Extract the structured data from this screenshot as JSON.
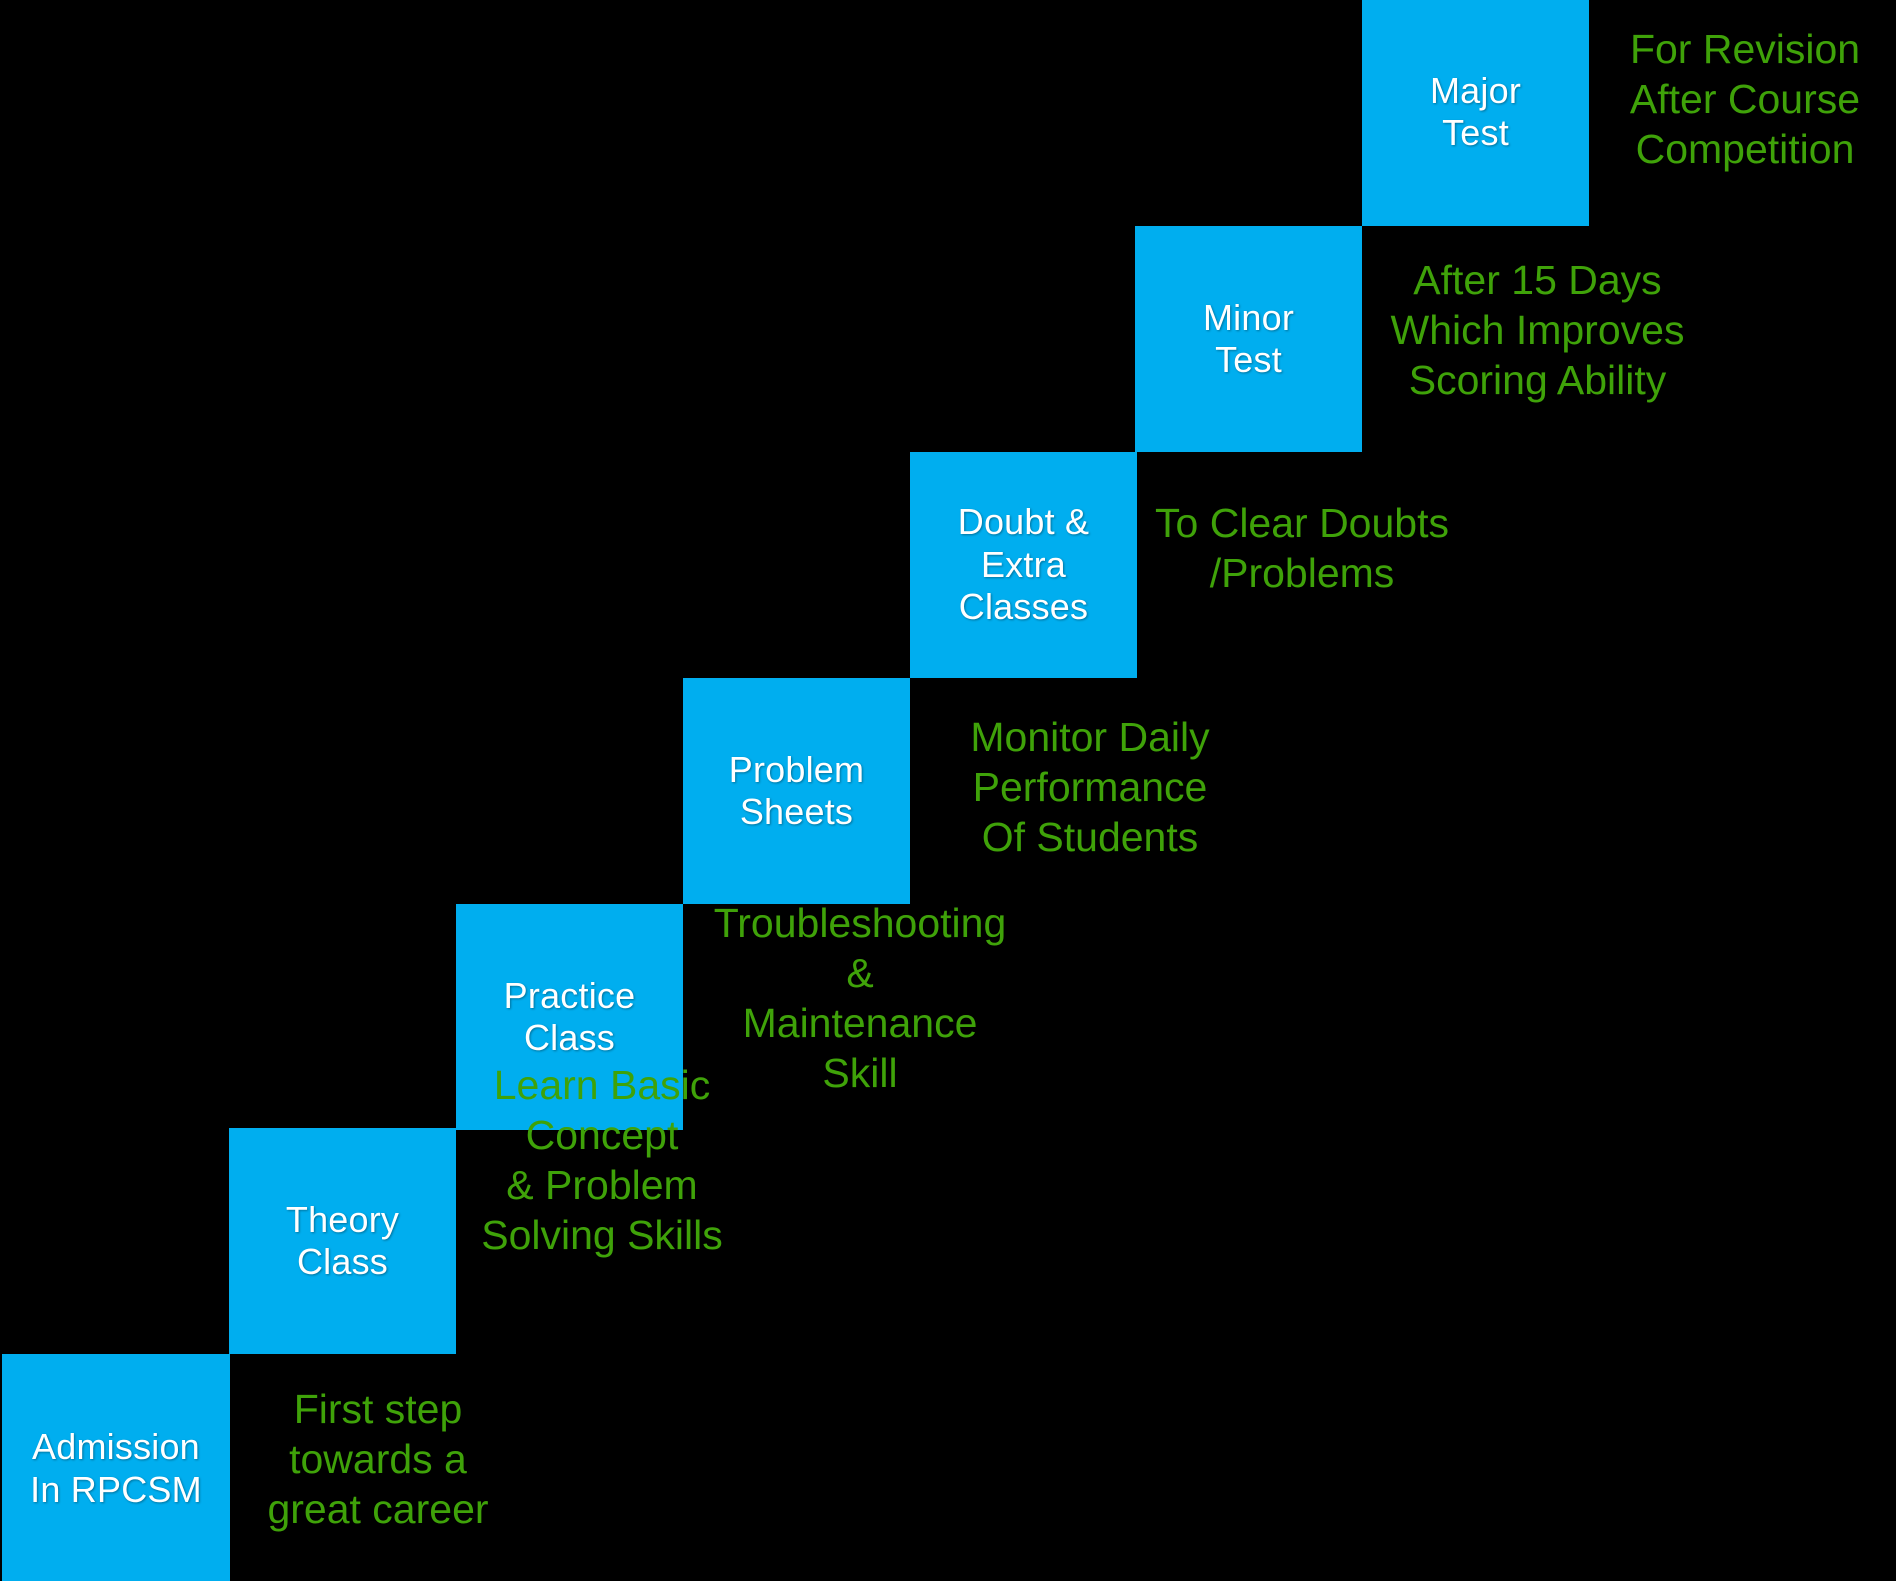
{
  "page": {
    "background_color": "#000000",
    "block_color": "#00AEEF",
    "block_text_color": "#FFFFFF",
    "caption_color": "#3FA209",
    "title": "RPCSM Course Staircase"
  },
  "steps": [
    {
      "id": "admission",
      "label": "Admission\nIn RPCSM",
      "caption": "First step\ntowards a\ngreat career",
      "order": 1
    },
    {
      "id": "theory-class",
      "label": "Theory\nClass",
      "caption": "Learn Basic\nConcept\n& Problem\nSolving Skills",
      "order": 2
    },
    {
      "id": "practice-class",
      "label": "Practice\nClass",
      "caption": "Troubleshooting\n&\nMaintenance Skill",
      "order": 3
    },
    {
      "id": "problem-sheets",
      "label": "Problem\nSheets",
      "caption": "Monitor Daily\nPerformance\nOf Students",
      "order": 4
    },
    {
      "id": "doubt-extra-classes",
      "label": "Doubt &\nExtra\nClasses",
      "caption": "To Clear Doubts\n/Problems",
      "order": 5
    },
    {
      "id": "minor-test",
      "label": "Minor\nTest",
      "caption": "After 15 Days\nWhich Improves\nScoring Ability",
      "order": 6
    },
    {
      "id": "major-test",
      "label": "Major\nTest",
      "caption": "For Revision\nAfter Course\nCompetition",
      "order": 7
    }
  ]
}
